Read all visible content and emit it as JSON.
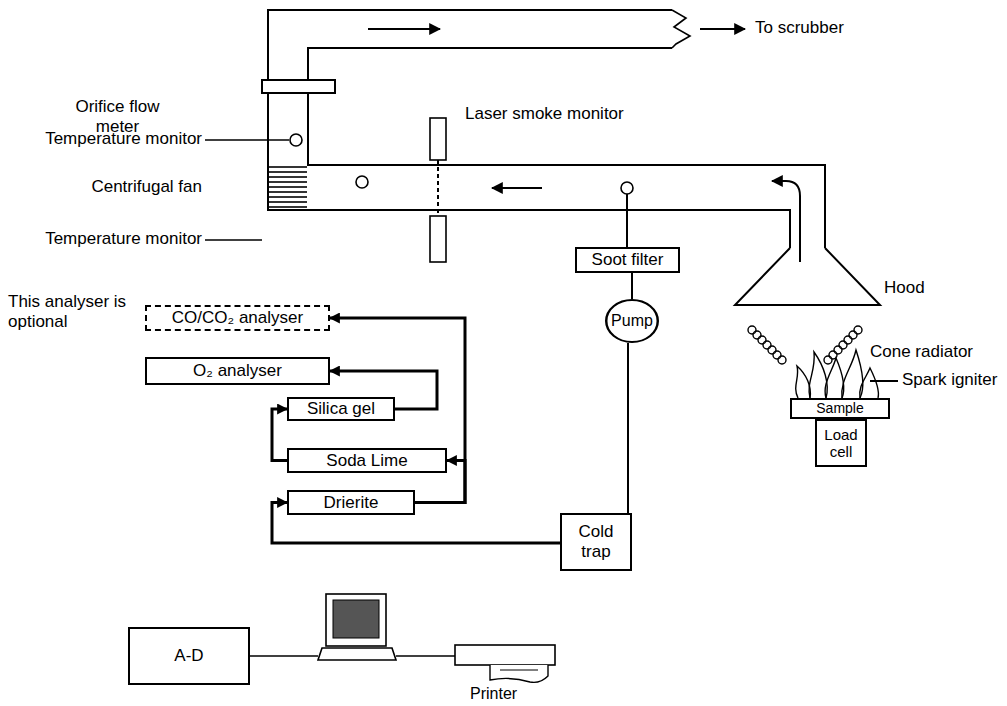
{
  "diagram": {
    "nodes": [
      {
        "text": [
          "Soot filter"
        ]
      },
      {
        "text": [
          "Pump"
        ]
      },
      {
        "text": [
          "CO/CO₂ analyser"
        ]
      },
      {
        "text": [
          "O₂ analyser"
        ]
      },
      {
        "text": [
          "Silica gel"
        ]
      },
      {
        "text": [
          "Soda Lime"
        ]
      },
      {
        "text": [
          "Cold trap"
        ]
      },
      {
        "text": [
          "Drierite"
        ]
      },
      {
        "text": [
          "Sample"
        ]
      },
      {
        "text": [
          "Load cell"
        ]
      },
      {
        "text": [
          "A-D"
        ]
      }
    ],
    "edges": [
      {
        "from": 0,
        "to": 1,
        "arrow": "none"
      },
      {
        "from": 1,
        "to": 6,
        "arrow": "none"
      },
      {
        "from": 6,
        "to": 7,
        "arrow": "to"
      },
      {
        "from": 7,
        "to": 5,
        "arrow": "to"
      },
      {
        "from": 7,
        "to": 2,
        "arrow": "to"
      },
      {
        "from": 5,
        "to": 4,
        "arrow": "to"
      },
      {
        "from": 4,
        "to": 3,
        "arrow": "to"
      }
    ],
    "labels": [
      "To scrubber",
      "Orifice flow meter",
      "Temperature monitor",
      "Laser smoke monitor",
      "Centrifugal fan",
      "Temperature monitor",
      "Hood",
      "Cone radiator",
      "Spark igniter",
      "This analyser is optional",
      "Printer"
    ]
  }
}
